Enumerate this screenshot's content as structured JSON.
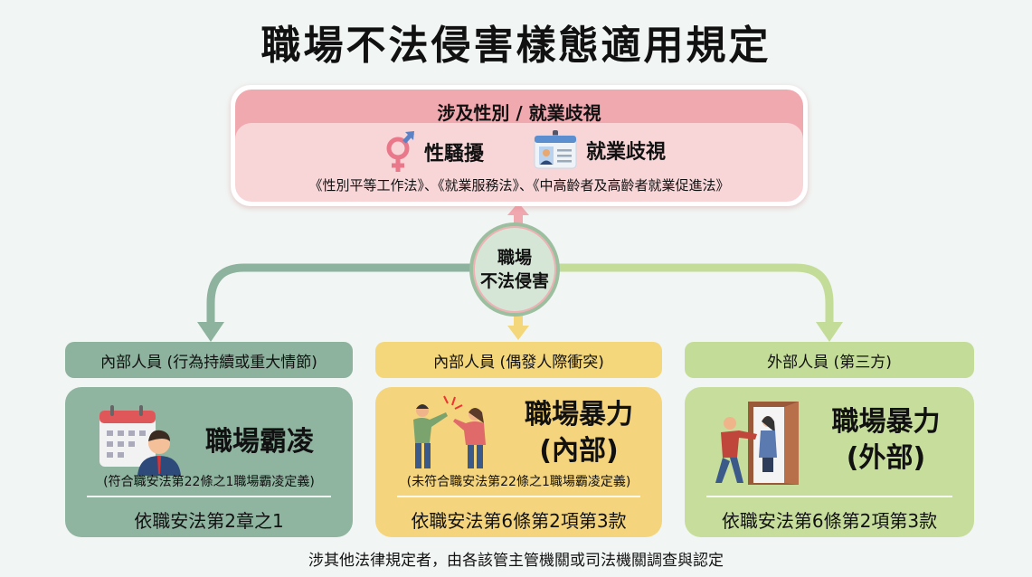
{
  "title": "職場不法侵害樣態適用規定",
  "top": {
    "header": "涉及性別 / 就業歧視",
    "items": [
      {
        "label": "性騷擾",
        "icon": "gender-symbol-icon"
      },
      {
        "label": "就業歧視",
        "icon": "id-badge-icon"
      }
    ],
    "laws": "《性別平等工作法》、《就業服務法》、《中高齡者及高齡者就業促進法》"
  },
  "center": {
    "line1": "職場",
    "line2": "不法侵害"
  },
  "branches": [
    {
      "header": "內部人員 (行為持續或重大情節)",
      "title1": "職場霸凌",
      "title2": "",
      "note": "(符合職安法第22條之1職場霸凌定義)",
      "law": "依職安法第2章之1",
      "color": "#8fb5a0",
      "header_color": "#8db29d"
    },
    {
      "header": "內部人員 (偶發人際衝突)",
      "title1": "職場暴力",
      "title2": "(內部)",
      "note": "(未符合職安法第22條之1職場霸凌定義)",
      "law": "依職安法第6條第2項第3款",
      "color": "#f4d47c",
      "header_color": "#f4d77a"
    },
    {
      "header": "外部人員 (第三方)",
      "title1": "職場暴力",
      "title2": "(外部)",
      "note": "",
      "law": "依職安法第6條第2項第3款",
      "color": "#c6dd9c",
      "header_color": "#c3dc97"
    }
  ],
  "footer": "涉其他法律規定者，由各該管主管機關或司法機關調查與認定"
}
